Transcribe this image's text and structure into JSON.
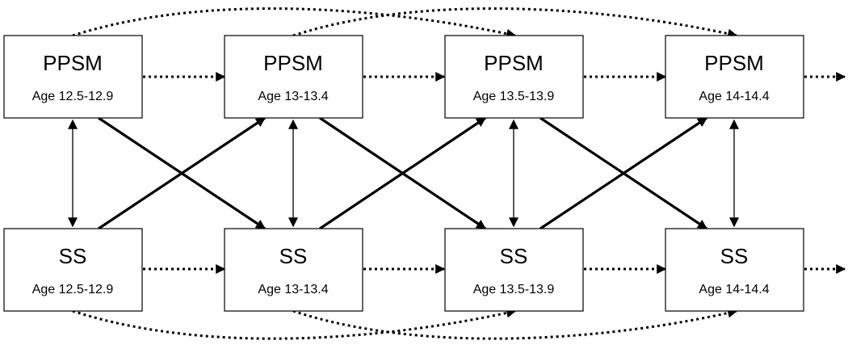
{
  "diagram": {
    "rows": [
      {
        "id": "ppsm",
        "nodes": [
          {
            "title": "PPSM",
            "subtitle": "Age 12.5-12.9"
          },
          {
            "title": "PPSM",
            "subtitle": "Age 13-13.4"
          },
          {
            "title": "PPSM",
            "subtitle": "Age 13.5-13.9"
          },
          {
            "title": "PPSM",
            "subtitle": "Age 14-14.4"
          }
        ]
      },
      {
        "id": "ss",
        "nodes": [
          {
            "title": "SS",
            "subtitle": "Age 12.5-12.9"
          },
          {
            "title": "SS",
            "subtitle": "Age 13-13.4"
          },
          {
            "title": "SS",
            "subtitle": "Age 13.5-13.9"
          },
          {
            "title": "SS",
            "subtitle": "Age 14-14.4"
          }
        ]
      }
    ],
    "edges": {
      "dotted_autoregressive": "lag-1 within row",
      "dotted_lag2": "lag-2 within row",
      "solid_cross_lagged": "PPSM to SS and SS to PPSM",
      "double_headed": "within-time covariance"
    }
  }
}
